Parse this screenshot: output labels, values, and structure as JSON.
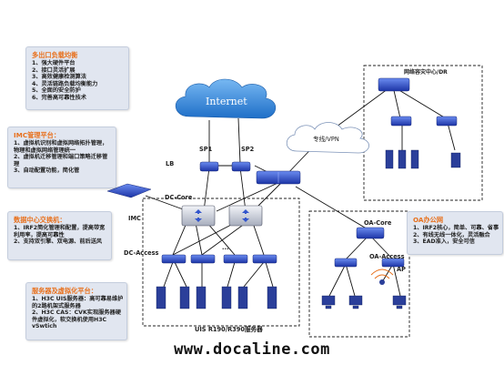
{
  "panels": {
    "multi_exit": {
      "title": "多出口负载均衡",
      "lines": [
        "1、强大硬件平台",
        "2、接口灵活扩展",
        "3、高效健康检测算法",
        "4、灵活链路负载均衡能力",
        "5、全面的安全防护",
        "6、完善高可靠性技术"
      ]
    },
    "imc": {
      "title": "IMC管理平台：",
      "lines": [
        "1、虚拟机识别和虚拟网络拓扑管理，物理和虚拟网络管理统一",
        "2、虚拟机迁移管理和端口策略迁移管理",
        "3、自动配置功能，简化管"
      ]
    },
    "dc_switch": {
      "title": "数据中心交换机：",
      "lines": [
        "1、IRF2简化管理和配置，提高带宽利用率，提高可靠性",
        "2、支持双引擎、双电源、前后送风"
      ]
    },
    "server_virt": {
      "title": "服务器及虚拟化平台：",
      "lines": [
        "1、H3C UIS服务器：高可靠易维护的2路机架式服务器",
        "2、H3C CAS：CVK实现服务器硬件虚拟化，软交换机使用H3C vSwtich"
      ]
    },
    "oa_office": {
      "title": "OA办公网",
      "lines": [
        "1、IRF2核心，简单、可靠、省事",
        "2、有线无线一体化，灵活融合",
        "3、EAD准入，安全可信"
      ]
    }
  },
  "labels": {
    "internet": "Internet",
    "vpn": "专线/VPN",
    "dr_center": "网络容灾中心/DR",
    "sp1": "SP1",
    "sp2": "SP2",
    "lb": "LB",
    "dc_core": "DC-Core",
    "imc": "IMC",
    "dc_access": "DC-Access",
    "oa_core": "OA-Core",
    "oa_access": "OA-Access",
    "ap": "AP",
    "uis": "UIS R190/R390服务器",
    "dots": "...",
    "watermark": "www.docaline.com"
  },
  "colors": {
    "panel_title": "#e8701c",
    "panel_bg": "#e1e6f0",
    "device_blue": "#3355cc",
    "cloud": "#2f86d8",
    "link": "#111111"
  },
  "icons": [
    "cloud-icon",
    "router-icon",
    "switch-icon",
    "core-switch-icon",
    "server-rack-icon",
    "desktop-pc-icon",
    "wireless-ap-icon",
    "vpn-cloud-icon"
  ]
}
